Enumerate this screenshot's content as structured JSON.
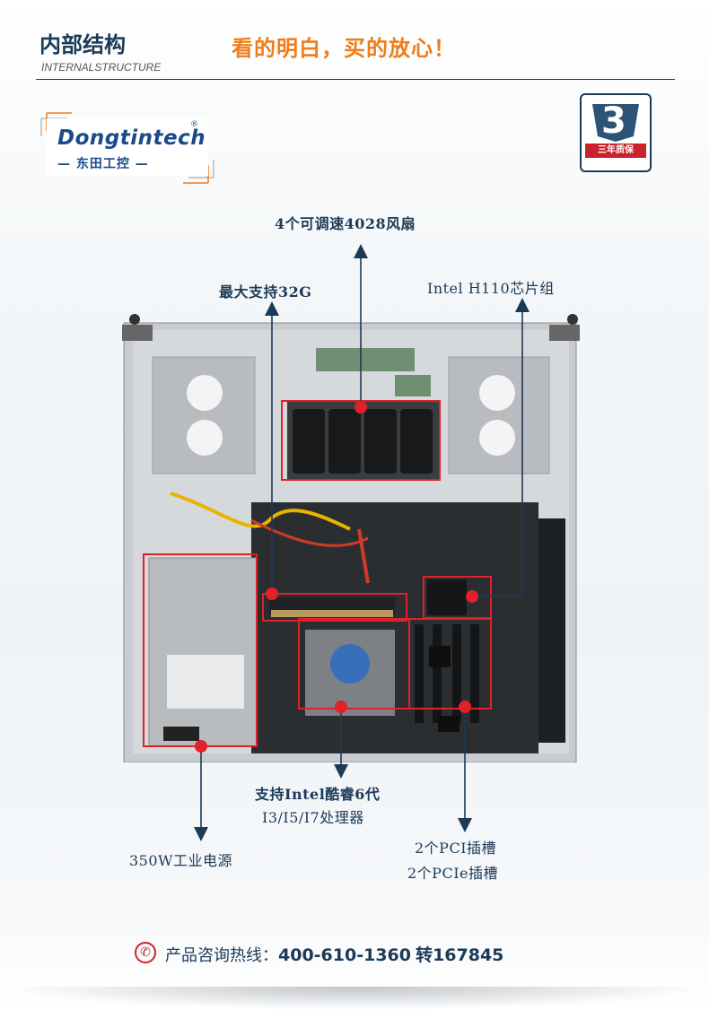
{
  "header": {
    "title": "内部结构",
    "slogan": "看的明白，买的放心！",
    "subtitle": "INTERNALSTRUCTURE"
  },
  "brand": {
    "name": "Dongtintech",
    "registered": "®",
    "chinese": "— 东田工控 —"
  },
  "warranty_badge": {
    "number": "3",
    "text": "三年质保"
  },
  "callouts": {
    "fans": "4个可调速4028风扇",
    "memory": "最大支持32G",
    "chipset": "Intel H110芯片组",
    "cpu_line1": "支持Intel酷睿6代",
    "cpu_line2": "I3/I5/I7处理器",
    "psu": "350W工业电源",
    "pci_line1": "2个PCI插槽",
    "pci_line2": "2个PCIe插槽"
  },
  "footer": {
    "label": "产品咨询热线：",
    "phone": "400-610-1360",
    "ext": "转167845"
  },
  "colors": {
    "navy": "#1b3a57",
    "orange": "#ef7d1a",
    "highlight_red": "#e0202a",
    "brand_blue": "#1a4a8a"
  }
}
